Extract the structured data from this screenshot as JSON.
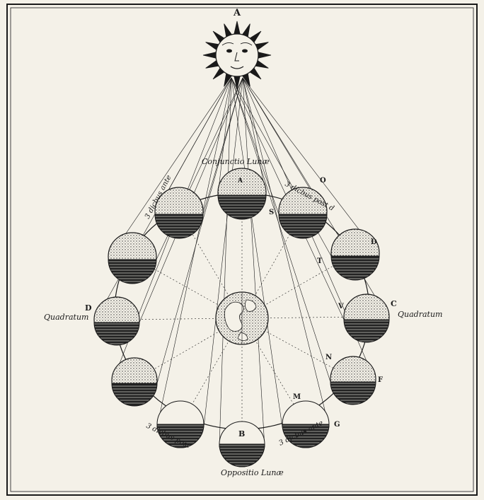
{
  "labels": {
    "sun_letter": "A",
    "conjunction": "Conjunctio Lunæ",
    "opposition": "Oppositio Lunæ",
    "quadrature_left": "Quadratum",
    "quadrature_right": "Quadratum",
    "ante_3_top": "3 dicbus ante",
    "post_3_top": "3 dicbus post d",
    "post_3_bottom": "3 dicbus post",
    "ante_3_bottom": "3 dicbus ante"
  },
  "letters": {
    "moon_conjunction": "A",
    "moon_opposition": "B",
    "right_quadrature": "C",
    "left_quadrature": "D",
    "upper_right_d": "D",
    "o": "O",
    "s": "S",
    "t": "T",
    "v": "V",
    "n": "N",
    "f": "F",
    "m": "M",
    "g": "G"
  },
  "colors": {
    "ink": "#1a1a1a",
    "paper": "#f4f1e8"
  },
  "icons": {
    "sun": "sun-face-icon",
    "earth": "earth-globe-icon"
  }
}
